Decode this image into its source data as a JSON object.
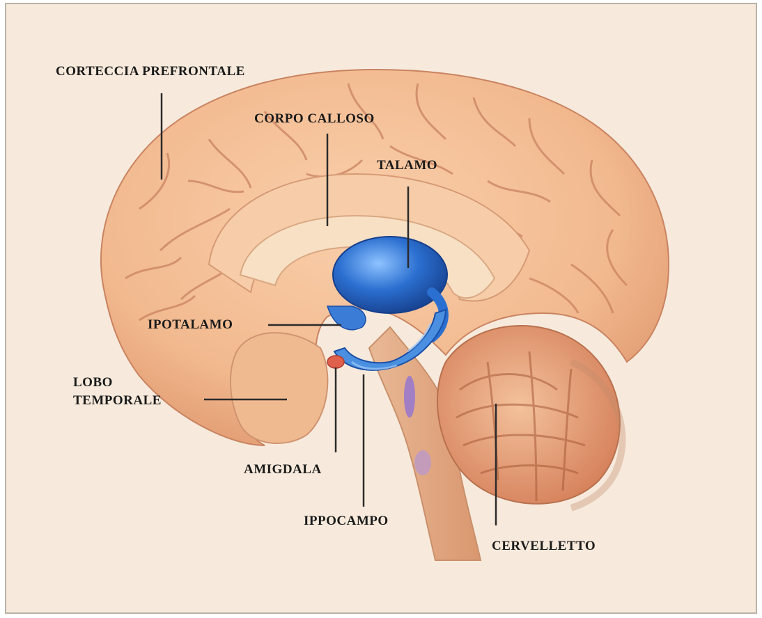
{
  "colors": {
    "background": "#f7eadc",
    "frame_border": "#b9b2a8",
    "cortex": "#f2b98f",
    "cortex_dark": "#d98e66",
    "sulcus": "#c98360",
    "inner_light": "#f8dcc0",
    "limbic_blue": "#2b6fd0",
    "limbic_blue_dark": "#1a4fa8",
    "hippocampus": "#4a8fe0",
    "amygdala": "#e0604e",
    "cerebellum": "#e9a57f",
    "cerebellum_dark": "#c06a45",
    "brainstem": "#e8b38e",
    "leader_line": "#2b2b2b"
  },
  "labels": {
    "prefrontal_cortex": "CORTECCIA PREFRONTALE",
    "corpus_callosum": "CORPO CALLOSO",
    "thalamus": "TALAMO",
    "hypothalamus": "IPOTALAMO",
    "temporal_lobe_line1": "LOBO",
    "temporal_lobe_line2": "TEMPORALE",
    "amygdala": "AMIGDALA",
    "hippocampus": "IPPOCAMPO",
    "cerebellum": "CERVELLETTO"
  }
}
